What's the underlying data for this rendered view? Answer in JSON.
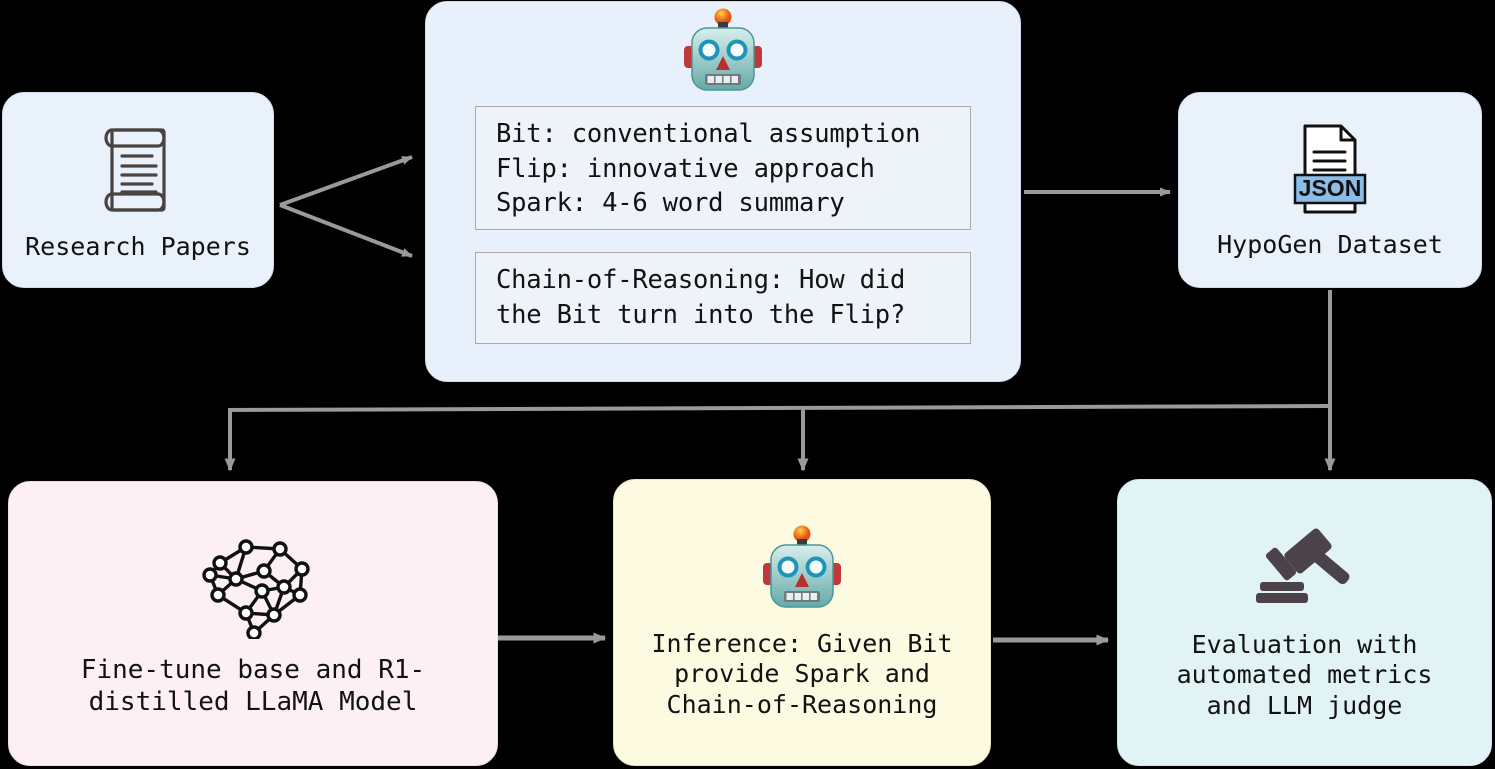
{
  "diagram": {
    "title": "HypoGen pipeline flowchart",
    "background": "#000000",
    "nodes": {
      "research_papers": {
        "label": "Research Papers",
        "icon": "scroll-icon",
        "fill": "#e9f1fb",
        "border": "#cfdcef"
      },
      "generation": {
        "icon": "robot-icon",
        "fill": "#e8f0fc",
        "border": "#cddcf2",
        "textboxes": [
          {
            "name": "bit-flip-spark-box",
            "text": "Bit: conventional assumption\nFlip: innovative approach\nSpark: 4-6 word summary",
            "fill": "#eef3fa",
            "border": "#a9a9a9"
          },
          {
            "name": "chain-of-reasoning-box",
            "text": "Chain-of-Reasoning: How did\nthe Bit turn into the Flip?",
            "fill": "#eef3fa",
            "border": "#a9a9a9"
          }
        ]
      },
      "dataset": {
        "label": "HypoGen Dataset",
        "icon": "json-file-icon",
        "icon_text": "JSON",
        "icon_band_color": "#8cbce8",
        "fill": "#e9f1fb",
        "border": "#cfdcef"
      },
      "finetune": {
        "label": "Fine-tune base and R1-\ndistilled LLaMA Model",
        "icon": "neural-network-brain-icon",
        "fill": "#fdf0f5",
        "border": "#f0dbe5"
      },
      "inference": {
        "label": "Inference: Given Bit\nprovide Spark and\nChain-of-Reasoning",
        "icon": "robot-icon",
        "fill": "#fdfae2",
        "border": "#eee6c2"
      },
      "evaluation": {
        "label": "Evaluation with\nautomated metrics\nand LLM judge",
        "icon": "gavel-icon",
        "fill": "#e2f3f5",
        "border": "#cfe6ea"
      }
    },
    "connectors": {
      "color": "#9a9a9a",
      "edges": [
        {
          "name": "research-to-triplet-arrow",
          "from": "research_papers",
          "to": "generation"
        },
        {
          "name": "research-to-reasoning-arrow",
          "from": "research_papers",
          "to": "generation"
        },
        {
          "name": "generation-to-dataset-arrow",
          "from": "generation",
          "to": "dataset"
        },
        {
          "name": "dataset-to-finetune-arrow",
          "from": "dataset",
          "to": "finetune"
        },
        {
          "name": "dataset-to-inference-arrow",
          "from": "dataset",
          "to": "inference"
        },
        {
          "name": "dataset-to-evaluation-arrow",
          "from": "dataset",
          "to": "evaluation"
        },
        {
          "name": "finetune-to-inference-arrow",
          "from": "finetune",
          "to": "inference"
        },
        {
          "name": "inference-to-evaluation-arrow",
          "from": "inference",
          "to": "evaluation"
        }
      ]
    }
  }
}
